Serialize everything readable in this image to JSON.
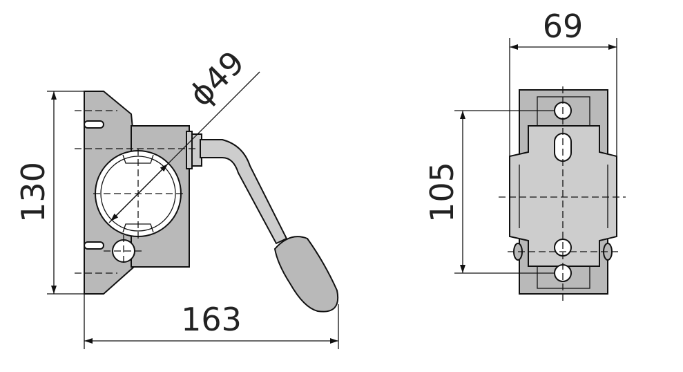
{
  "dimensions": {
    "height_side": "130",
    "tube_diameter": "ϕ49",
    "overall_length": "163",
    "width_front": "69",
    "hole_spacing": "105"
  },
  "colors": {
    "part_fill": "#b9b9b9",
    "line": "#111111",
    "background": "#ffffff"
  }
}
